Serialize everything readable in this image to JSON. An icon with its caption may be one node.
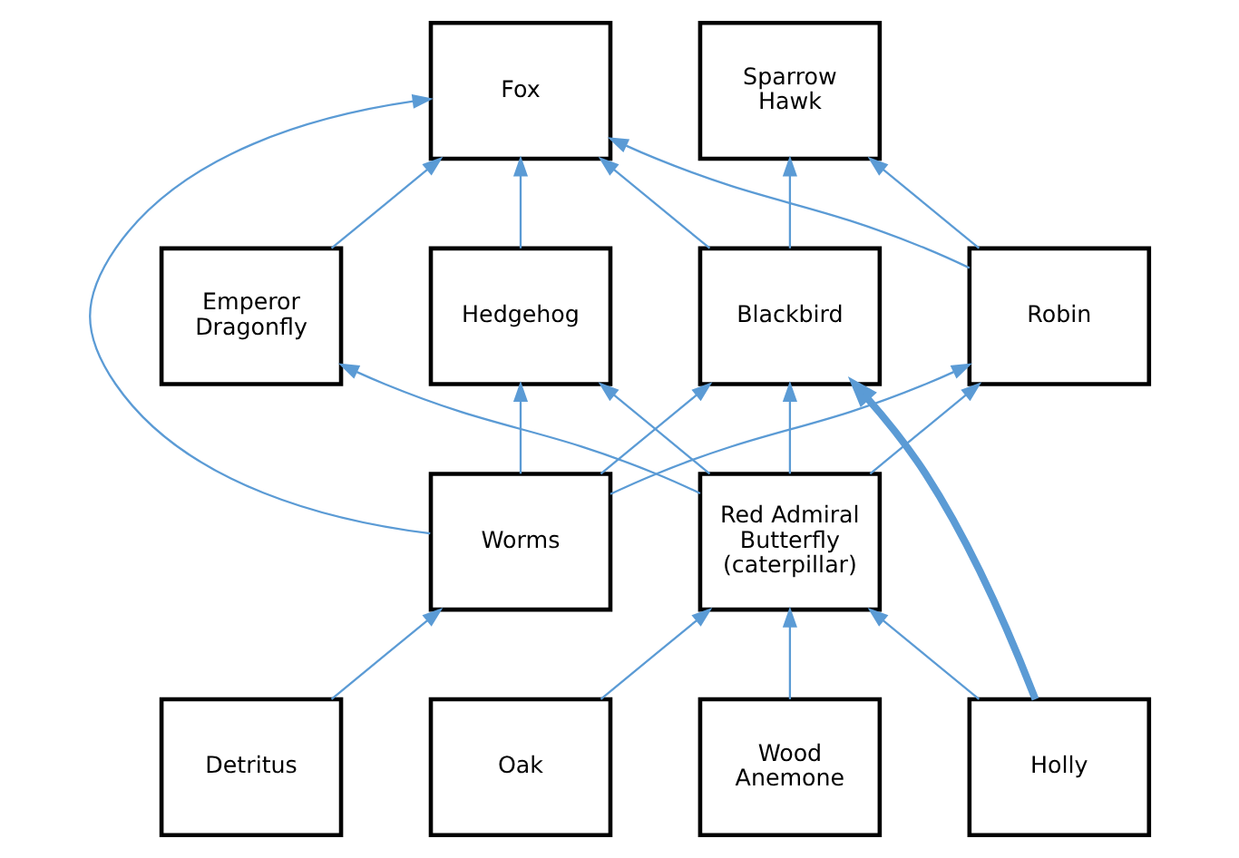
{
  "diagram": {
    "nodes": [
      {
        "text": [
          "Fox"
        ]
      },
      {
        "text": [
          "Sparrow Hawk"
        ]
      },
      {
        "text": [
          "Emperor Dragonfly"
        ]
      },
      {
        "text": [
          "Hedgehog"
        ]
      },
      {
        "text": [
          "Blackbird"
        ]
      },
      {
        "text": [
          "Robin"
        ]
      },
      {
        "text": [
          "Worms"
        ]
      },
      {
        "text": [
          "Red Admiral Butterfly (caterpillar)"
        ]
      },
      {
        "text": [
          "Detritus"
        ]
      },
      {
        "text": [
          "Oak"
        ]
      },
      {
        "text": [
          "Wood Anemone"
        ]
      },
      {
        "text": [
          "Holly"
        ]
      }
    ],
    "edges": [
      {
        "from": 2,
        "to": 0,
        "arrow": "to"
      },
      {
        "from": 6,
        "to": 0,
        "arrow": "to"
      },
      {
        "from": 3,
        "to": 0,
        "arrow": "to"
      },
      {
        "from": 4,
        "to": 0,
        "arrow": "to"
      },
      {
        "from": 5,
        "to": 0,
        "arrow": "to"
      },
      {
        "from": 4,
        "to": 1,
        "arrow": "to"
      },
      {
        "from": 5,
        "to": 1,
        "arrow": "to"
      },
      {
        "from": 7,
        "to": 2,
        "arrow": "to"
      },
      {
        "from": 6,
        "to": 3,
        "arrow": "to"
      },
      {
        "from": 7,
        "to": 3,
        "arrow": "to"
      },
      {
        "from": 6,
        "to": 4,
        "arrow": "to"
      },
      {
        "from": 7,
        "to": 4,
        "arrow": "to"
      },
      {
        "from": 11,
        "to": 4,
        "arrow": "to",
        "style": "thick"
      },
      {
        "from": 6,
        "to": 5,
        "arrow": "to"
      },
      {
        "from": 7,
        "to": 5,
        "arrow": "to"
      },
      {
        "from": 8,
        "to": 6,
        "arrow": "to"
      },
      {
        "from": 9,
        "to": 7,
        "arrow": "to"
      },
      {
        "from": 10,
        "to": 7,
        "arrow": "to"
      },
      {
        "from": 11,
        "to": 7,
        "arrow": "to"
      }
    ]
  }
}
